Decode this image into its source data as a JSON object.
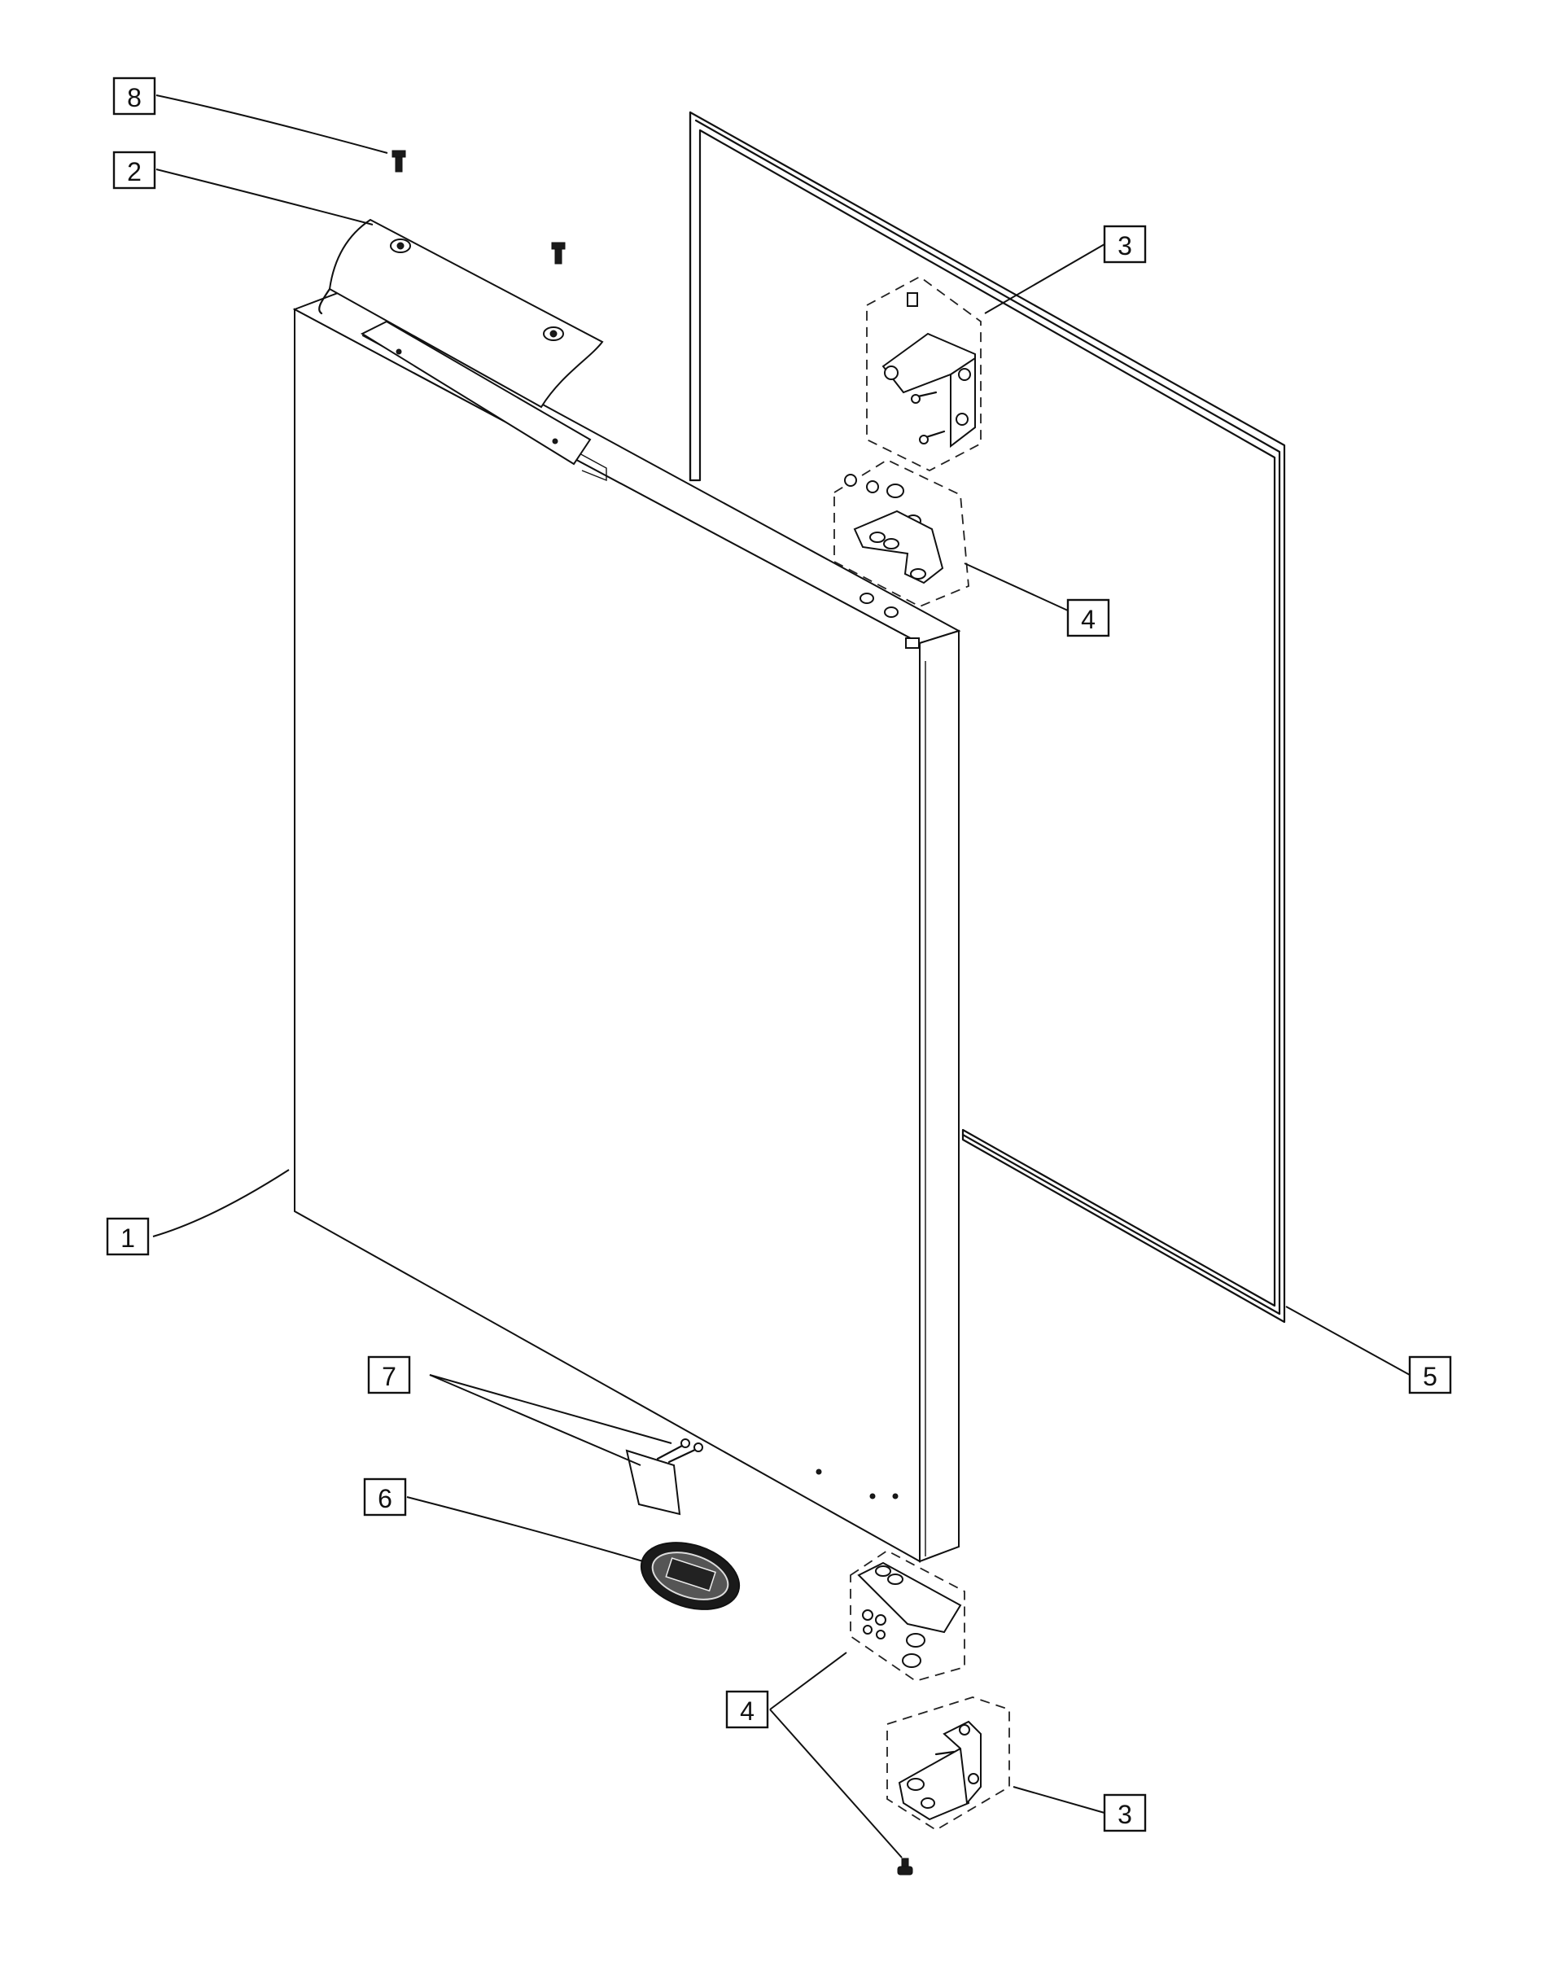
{
  "callouts": [
    {
      "id": "c8",
      "label": "8"
    },
    {
      "id": "c2",
      "label": "2"
    },
    {
      "id": "c3a",
      "label": "3"
    },
    {
      "id": "c4a",
      "label": "4"
    },
    {
      "id": "c1",
      "label": "1"
    },
    {
      "id": "c5",
      "label": "5"
    },
    {
      "id": "c7",
      "label": "7"
    },
    {
      "id": "c6",
      "label": "6"
    },
    {
      "id": "c4b",
      "label": "4"
    },
    {
      "id": "c3b",
      "label": "3"
    }
  ],
  "parts": [
    {
      "name": "door-panel",
      "icon": "door-panel-icon"
    },
    {
      "name": "top-hinge-cover",
      "icon": "hinge-cover-icon"
    },
    {
      "name": "hinge-assembly",
      "icon": "hinge-icon"
    },
    {
      "name": "hinge-plate-kit",
      "icon": "hinge-plate-icon"
    },
    {
      "name": "door-gasket",
      "icon": "gasket-icon"
    },
    {
      "name": "logo-badge",
      "icon": "badge-icon"
    },
    {
      "name": "latch-clip",
      "icon": "latch-icon"
    },
    {
      "name": "screw",
      "icon": "screw-icon"
    }
  ]
}
